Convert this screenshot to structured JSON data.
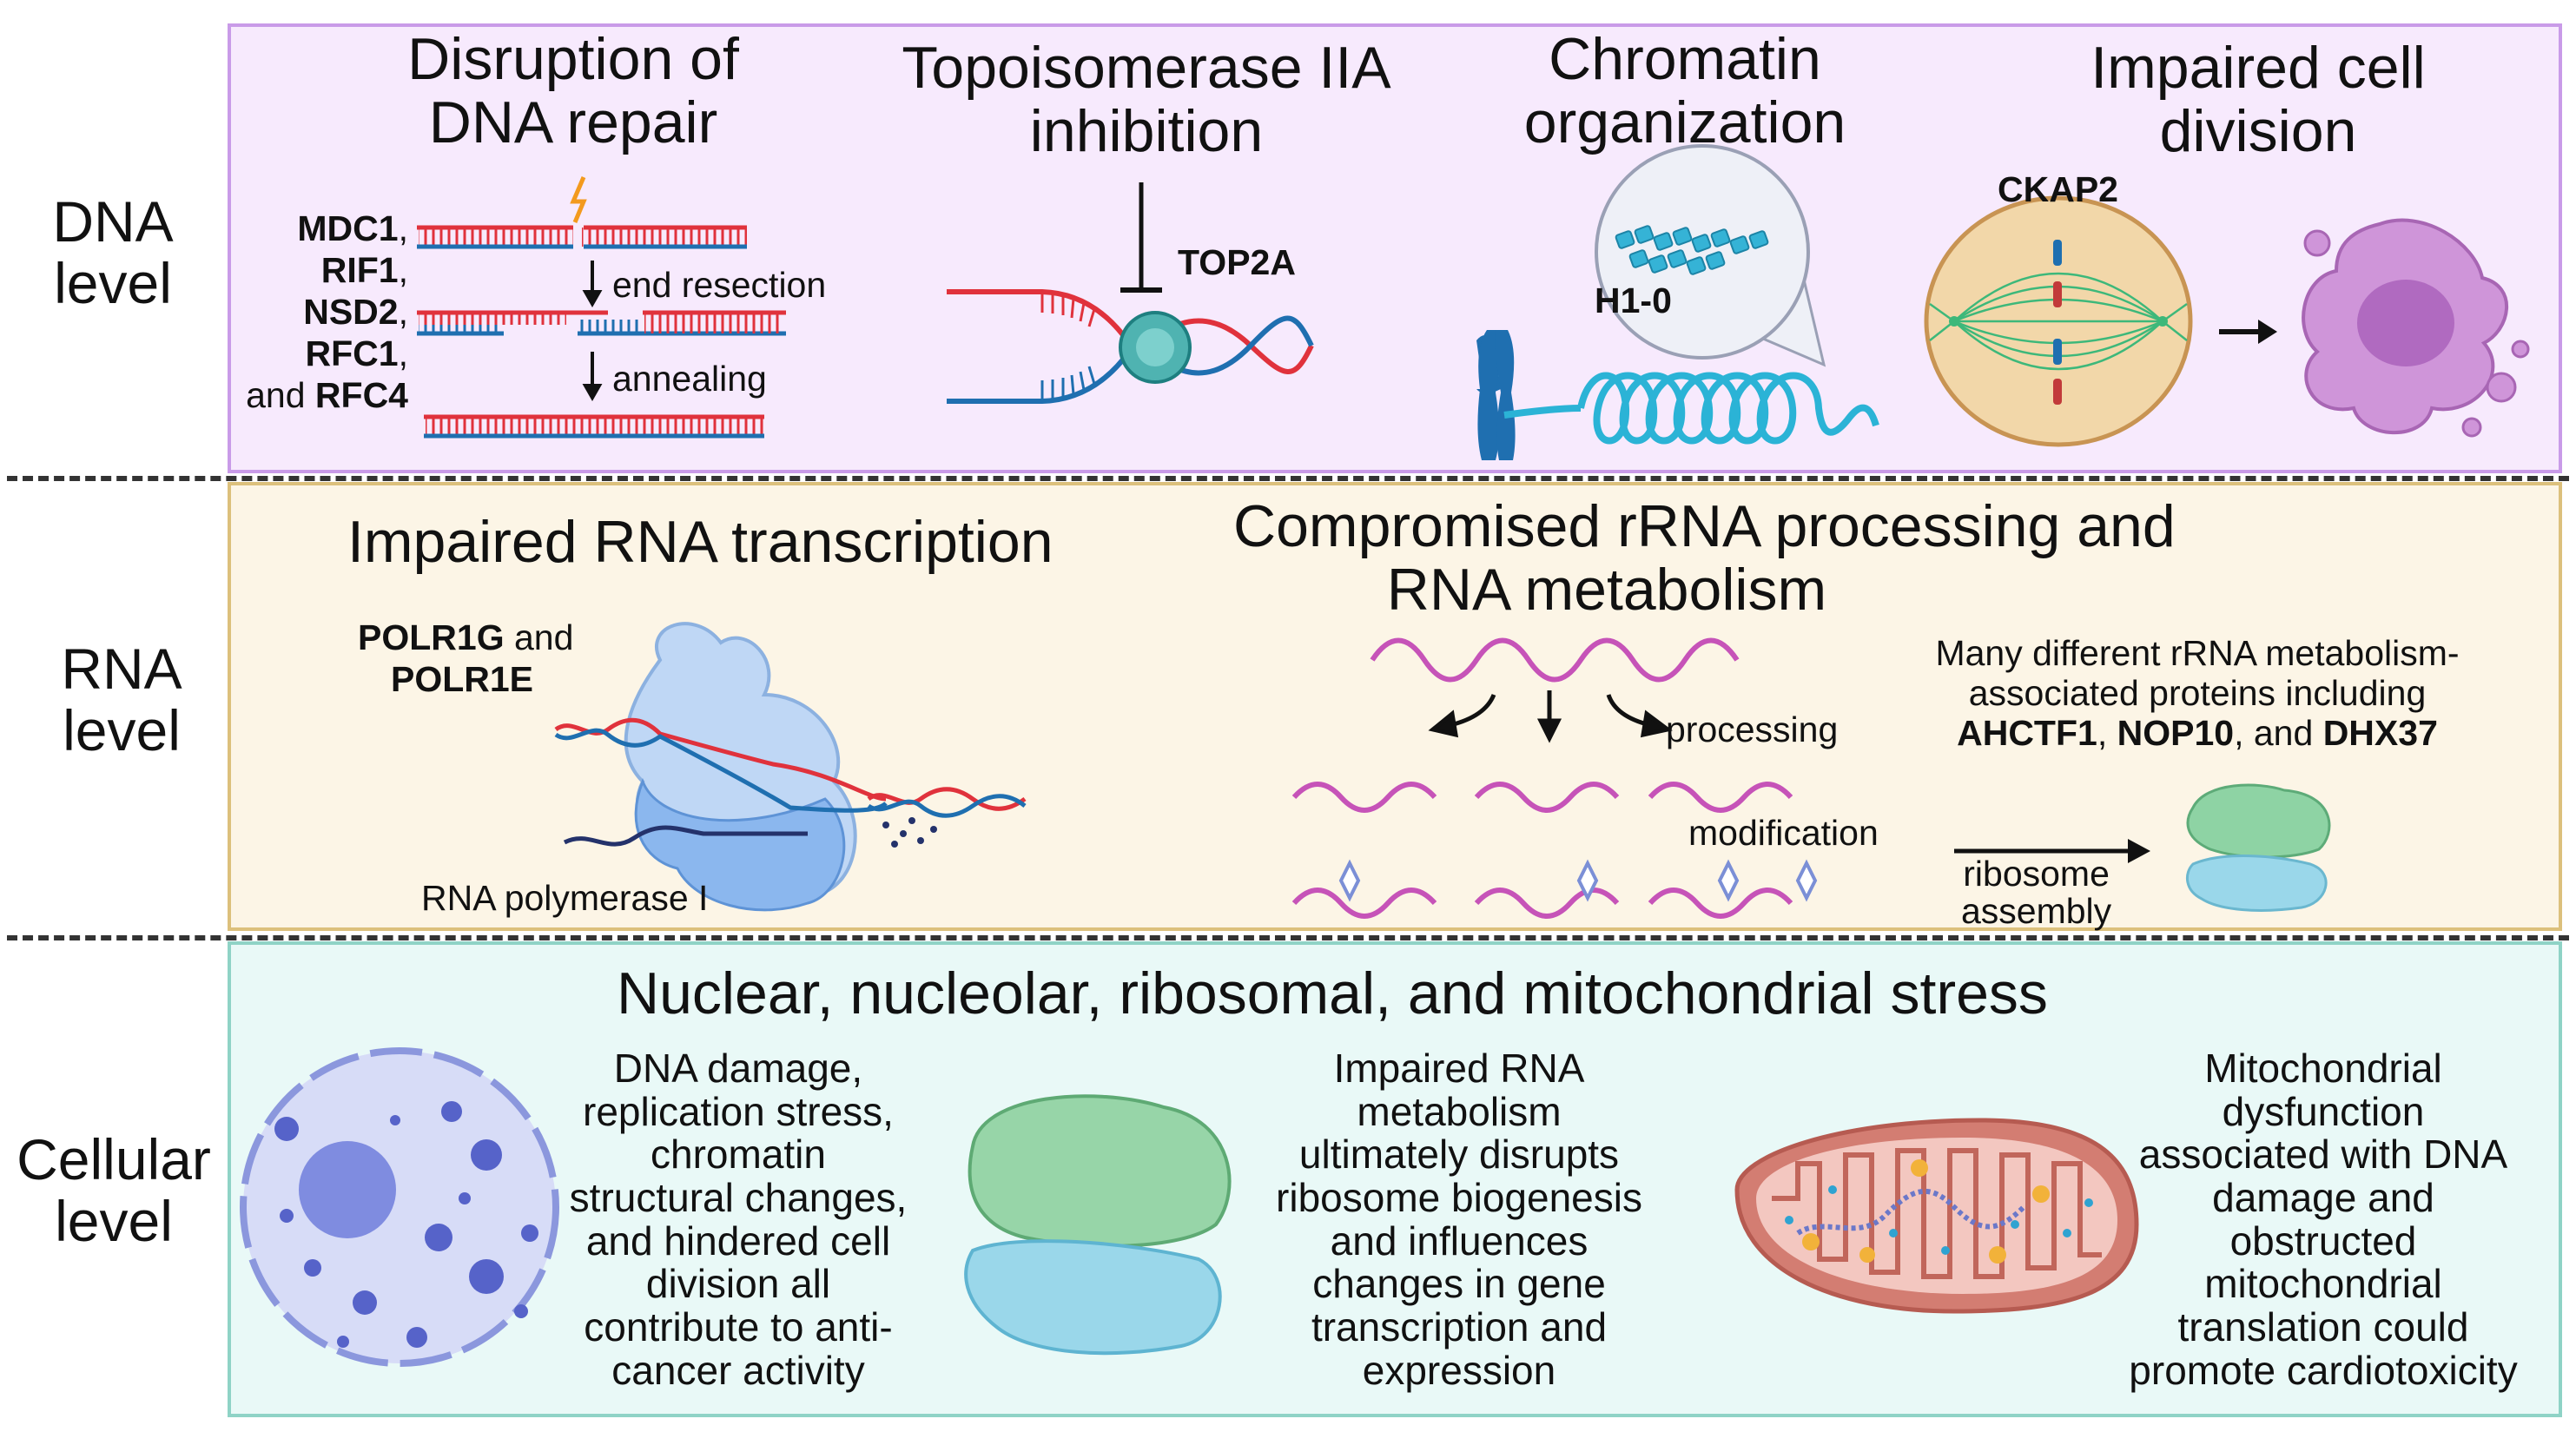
{
  "levels": {
    "dna": [
      "DNA",
      "level"
    ],
    "rna": [
      "RNA",
      "level"
    ],
    "cellular": [
      "Cellular",
      "level"
    ]
  },
  "dna_panel": {
    "repair": {
      "title": [
        "Disruption of",
        "DNA repair"
      ],
      "genes": [
        "MDC1",
        "RIF1",
        "NSD2",
        "RFC1",
        "RFC4"
      ],
      "and_word": "and",
      "steps": [
        "end resection",
        "annealing"
      ]
    },
    "topo": {
      "title": [
        "Topoisomerase IIA",
        "inhibition"
      ],
      "gene": "TOP2A"
    },
    "chromatin": {
      "title": [
        "Chromatin",
        "organization"
      ],
      "gene": "H1-0"
    },
    "division": {
      "title": [
        "Impaired cell",
        "division"
      ],
      "gene": "CKAP2"
    }
  },
  "rna_panel": {
    "transcription": {
      "title": "Impaired RNA transcription",
      "genes": [
        "POLR1G",
        "POLR1E"
      ],
      "and_word": "and",
      "enzyme": "RNA polymerase I"
    },
    "processing": {
      "title": [
        "Compromised rRNA processing and",
        "RNA metabolism"
      ],
      "step_processing": "processing",
      "step_modification": "modification",
      "step_assembly": [
        "ribosome",
        "assembly"
      ],
      "proteins_intro": [
        "Many different rRNA metabolism-",
        "associated proteins including"
      ],
      "proteins": [
        "AHCTF1",
        "NOP10",
        "DHX37"
      ],
      "and_word": "and"
    }
  },
  "cellular_panel": {
    "title": "Nuclear, nucleolar, ribosomal, and mitochondrial stress",
    "text1": [
      "DNA damage,",
      "replication stress,",
      "chromatin",
      "structural changes,",
      "and hindered cell",
      "division all",
      "contribute to anti-",
      "cancer activity"
    ],
    "text2": [
      "Impaired RNA",
      "metabolism",
      "ultimately disrupts",
      "ribosome biogenesis",
      "and influences",
      "changes in gene",
      "transcription and",
      "expression"
    ],
    "text3": [
      "Mitochondrial",
      "dysfunction",
      "associated with DNA",
      "damage and",
      "obstructed",
      "mitochondrial",
      "translation could",
      "promote cardiotoxicity"
    ]
  },
  "colors": {
    "dna_panel_bg": "#f7eafd",
    "dna_panel_border": "#c99be8",
    "rna_panel_bg": "#fcf5e6",
    "rna_panel_border": "#dcc07c",
    "cell_panel_bg": "#e9f9f7",
    "cell_panel_border": "#8fd3c6",
    "dna_red": "#e0323c",
    "dna_blue": "#1f6fb0",
    "rna_magenta": "#c653b8"
  }
}
